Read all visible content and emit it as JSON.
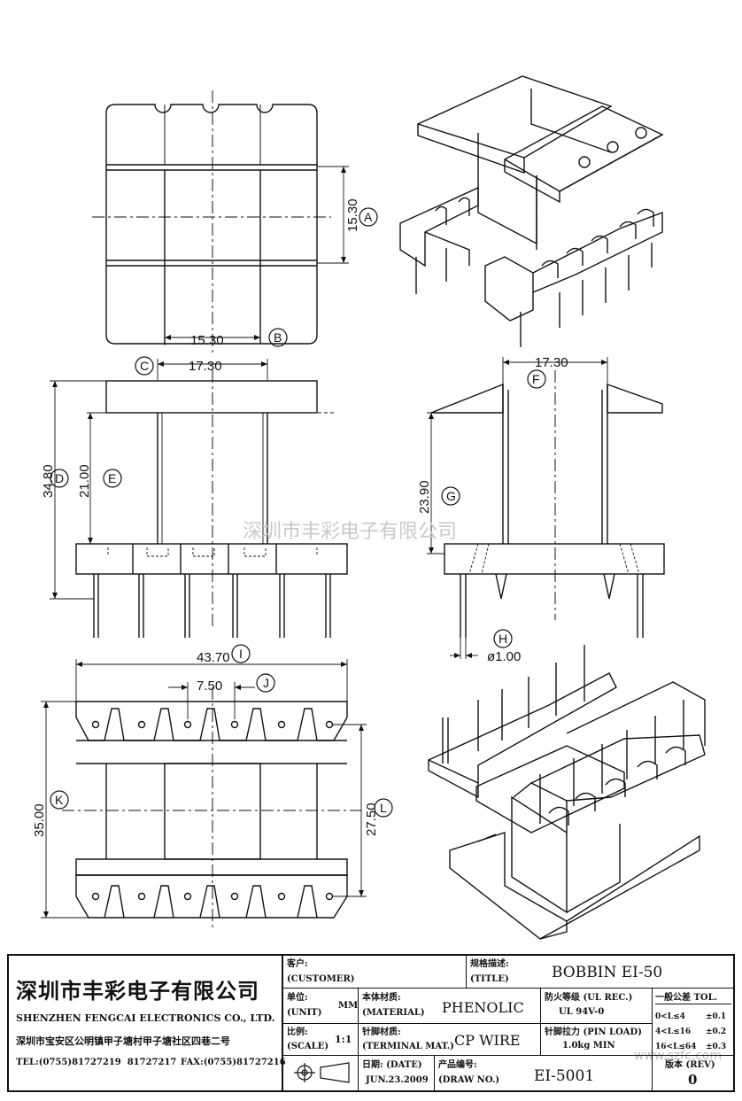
{
  "watermark": {
    "center": "深圳市丰彩电子有限公司",
    "corner": "www.szfc.com"
  },
  "dimensions": {
    "A": "15.30",
    "B": "15.30",
    "C": "17.30",
    "D": "34.80",
    "E": "21.00",
    "F": "17.30",
    "G": "23.90",
    "H": "ø1.00",
    "I": "43.70",
    "J": "7.50",
    "K": "35.00",
    "L": "27.50"
  },
  "callouts": [
    "A",
    "B",
    "C",
    "D",
    "E",
    "F",
    "G",
    "H",
    "I",
    "J",
    "K",
    "L"
  ],
  "company": {
    "name_cn": "深圳市丰彩电子有限公司",
    "name_en": "SHENZHEN FENGCAI ELECTRONICS CO., LTD.",
    "address": "深圳市宝安区公明镇甲子塘村甲子塘社区四巷二号",
    "tel": "TEL:(0755)81727219  81727217",
    "fax": "FAX:(0755)81727216"
  },
  "titleblock": {
    "customer_cn": "客户:",
    "customer_en": "(CUSTOMER)",
    "customer_value": "",
    "title_cn": "规格描述:",
    "title_en": "(TITLE)",
    "title_value": "BOBBIN EI-50",
    "unit_cn": "单位:",
    "unit_en": "(UNIT)",
    "unit_value": "MM",
    "material_cn": "本体材质:",
    "material_en": "(MATERIAL)",
    "material_value": "PHENOLIC",
    "ulrec_label": "防火等级 (UL REC.)",
    "ulrec_value": "UL 94V-0",
    "tol_label": "一般公差 TOL.",
    "tol_rows": [
      {
        "range": "0<L≤4",
        "value": "±0.1"
      },
      {
        "range": "4<L≤16",
        "value": "±0.2"
      },
      {
        "range": "16<L≤64",
        "value": "±0.3"
      }
    ],
    "scale_cn": "比例:",
    "scale_en": "(SCALE)",
    "scale_value": "1:1",
    "terminal_cn": "针脚材质:",
    "terminal_en": "(TERMINAL MAT.)",
    "terminal_value": "CP WIRE",
    "pinload_label": "针脚拉力 (PIN LOAD)",
    "pinload_value": "1.0kg MIN",
    "date_label": "日期: (DATE)",
    "date_value": "JUN.23.2009",
    "drawno_cn": "产品编号:",
    "drawno_en": "(DRAW NO.)",
    "drawno_value": "EI-5001",
    "rev_label": "版本 (REV)",
    "rev_value": "0"
  }
}
